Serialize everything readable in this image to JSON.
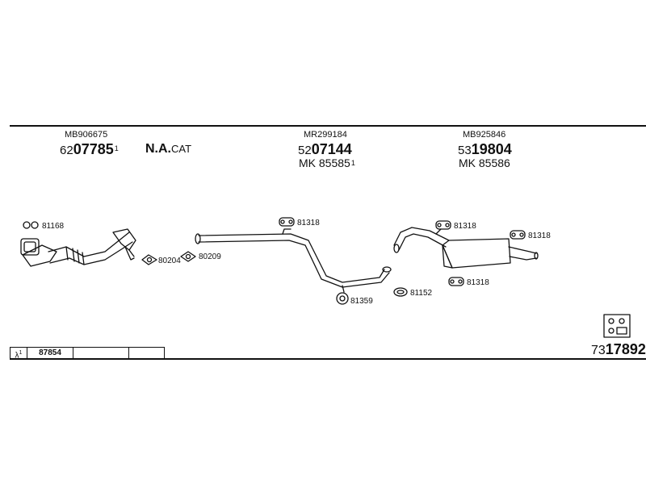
{
  "headers": [
    {
      "ref": "MB906675",
      "prefix": "62",
      "main": "07785",
      "sup": "1"
    },
    {
      "ref": "MR299184",
      "prefix": "52",
      "main": "07144",
      "mk": "MK 85585",
      "mk_sup": "1"
    },
    {
      "ref": "MB925846",
      "prefix": "53",
      "main": "19804",
      "mk": "MK 85586"
    }
  ],
  "natcat": {
    "bold": "N.A.",
    "rest": "CAT"
  },
  "labels": {
    "l81168": "81168",
    "l80204": "80204",
    "l80209": "80209",
    "l81318a": "81318",
    "l81359": "81359",
    "l81152": "81152",
    "l81318b": "81318",
    "l81318c": "81318",
    "l81318d": "81318"
  },
  "lambda": {
    "symbol": "λ",
    "sup": "1",
    "value": "87854"
  },
  "kit": {
    "prefix": "73",
    "main": "17892"
  }
}
